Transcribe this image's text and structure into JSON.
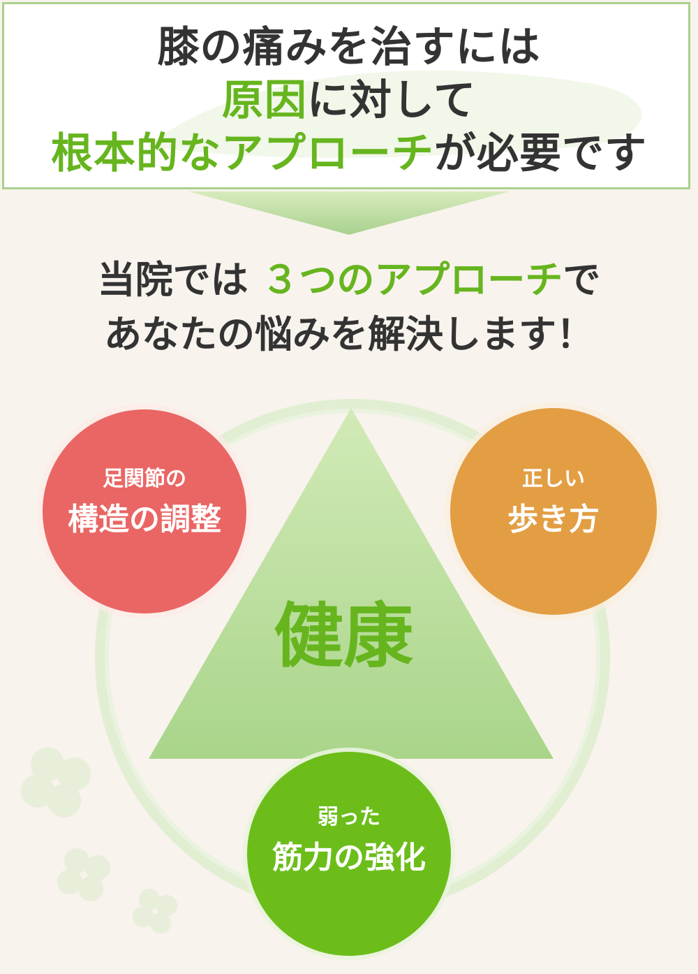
{
  "header": {
    "line1": "膝の痛みを治すには",
    "line2_highlight": "原因",
    "line2_rest": "に対して",
    "line3_highlight": "根本的なアプローチ",
    "line3_rest": "が必要です"
  },
  "intro": {
    "line1_prefix": "当院では",
    "line1_highlight": "３つのアプローチ",
    "line1_suffix": "で",
    "line2": "あなたの悩みを解決します！"
  },
  "center_label": "健康",
  "approaches": [
    {
      "small": "足関節の",
      "big": "構造の調整",
      "color": "#e96664"
    },
    {
      "small": "正しい",
      "big": "歩き方",
      "color": "#e39e43"
    },
    {
      "small": "弱った",
      "big": "筋力の強化",
      "color": "#6cbd1a"
    }
  ],
  "colors": {
    "accent_green": "#66b51e",
    "text_dark": "#333333",
    "background": "#f8f3ed",
    "box_border": "#a9d18e"
  },
  "icons": [
    "down-arrow-icon",
    "clover-icon"
  ]
}
